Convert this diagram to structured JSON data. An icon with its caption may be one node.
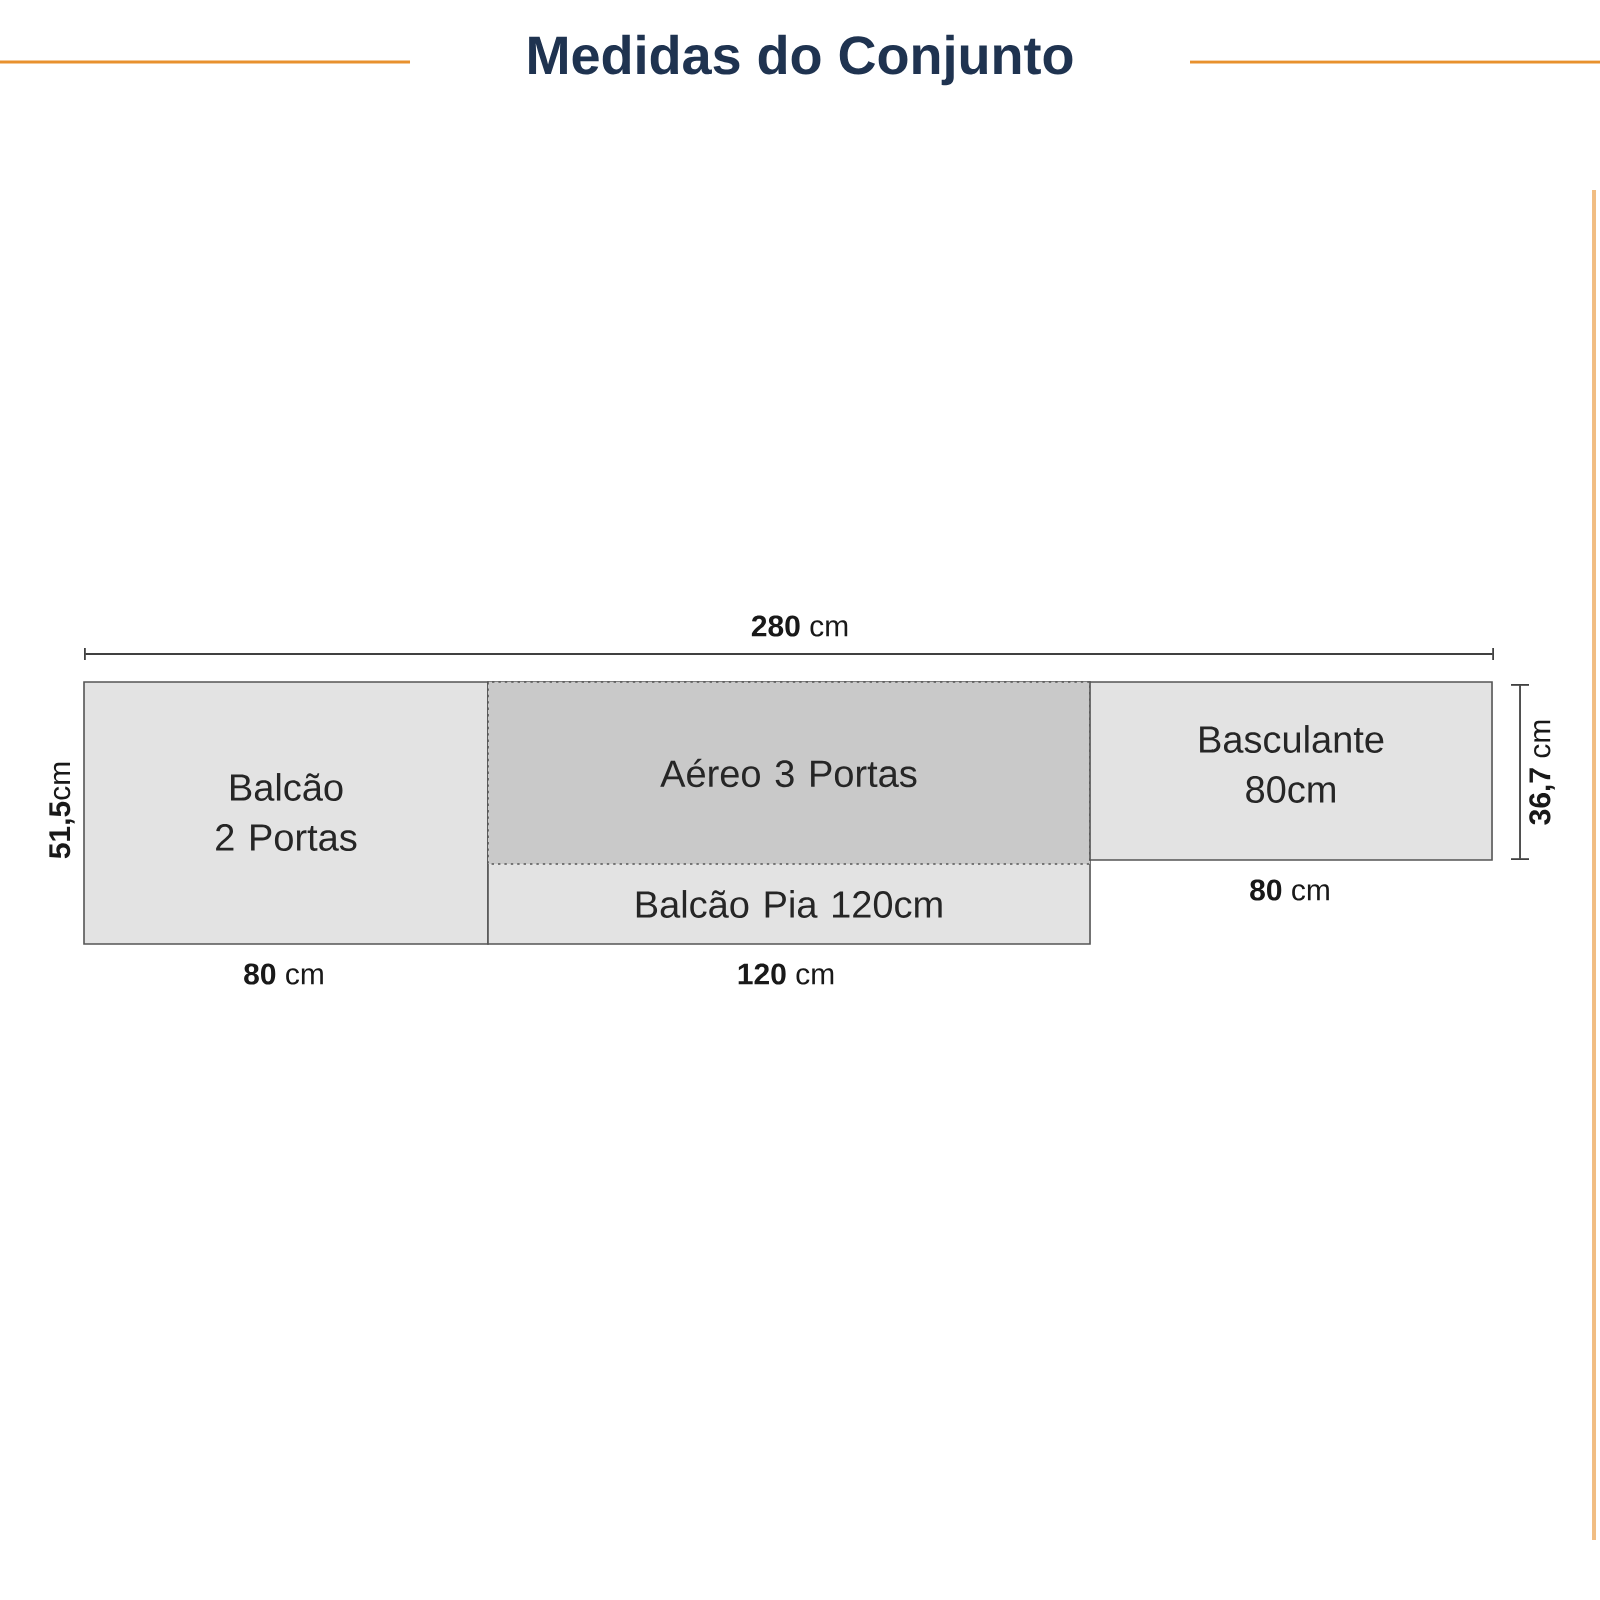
{
  "diagram": {
    "title": "Medidas do Conjunto",
    "nodes": [
      {
        "text": [
          "Balcão 2 Portas"
        ]
      },
      {
        "text": [
          "Balcão Pia 120cm"
        ]
      },
      {
        "text": [
          "Aéreo 3 Portas"
        ],
        "in": 1
      },
      {
        "text": [
          "Basculante 80cm"
        ]
      }
    ],
    "edges": [],
    "labels": [
      "**280** cm",
      "**51,5**cm",
      "**36,7** cm",
      "**80** cm",
      "**80** cm",
      "**120** cm"
    ]
  }
}
